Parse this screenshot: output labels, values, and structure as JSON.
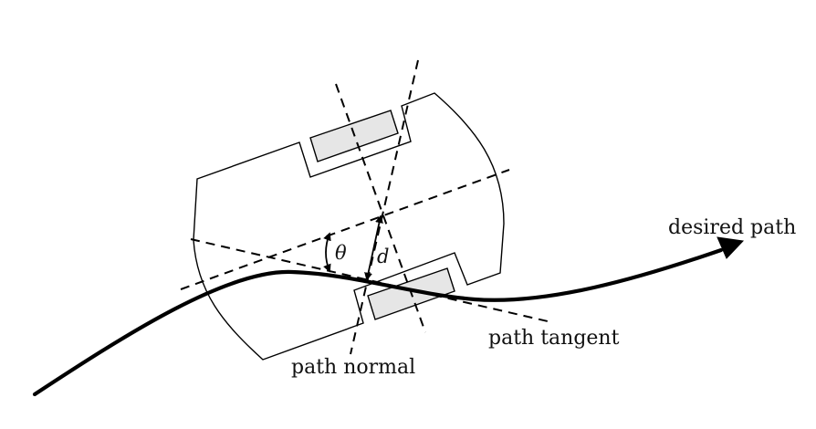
{
  "labels": {
    "desired_path": "desired path",
    "path_tangent": "path tangent",
    "path_normal": "path normal",
    "theta": "θ",
    "d": "d"
  },
  "colors": {
    "ink": "#000000",
    "wheel_fill": "#e6e6e6",
    "background": "#ffffff"
  }
}
